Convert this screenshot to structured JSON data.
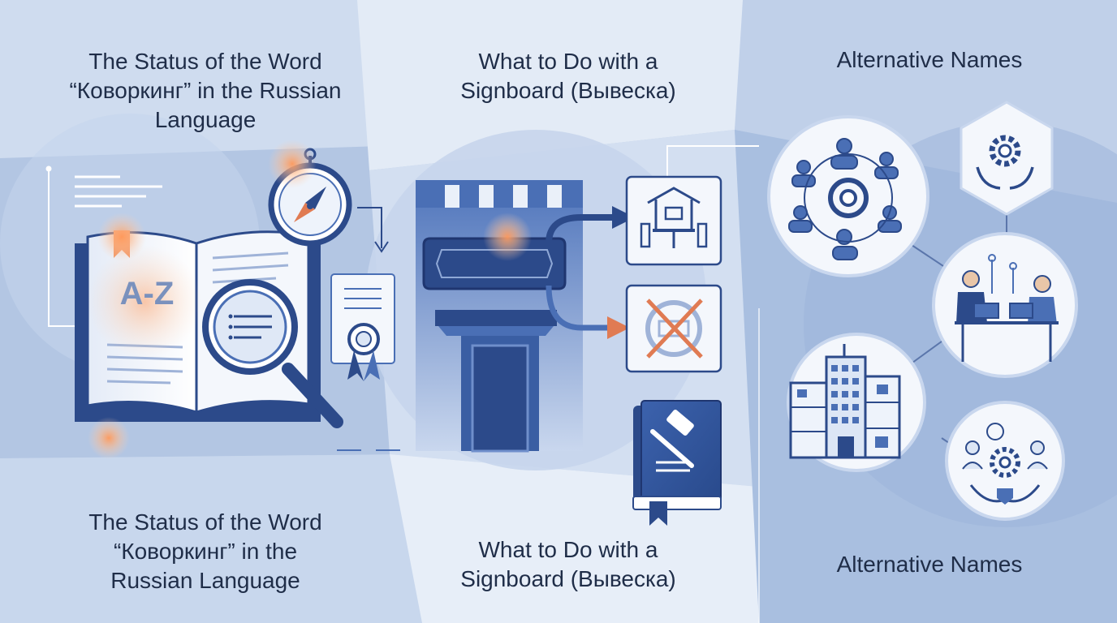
{
  "sections": [
    {
      "id": "status",
      "heading_top": "The Status of the Word\n“Коворкинг” in the Russian\nLanguage",
      "heading_bottom": "The Status of the Word\n“Коворкинг” in the\nRussian Language",
      "book_label": "A-Z"
    },
    {
      "id": "signboard",
      "heading_top": "What to Do with a\nSignboard (Вывеска)",
      "heading_bottom": "What to Do with a\nSignboard (Вывеска)"
    },
    {
      "id": "alternatives",
      "heading_top": "Alternative Names",
      "heading_bottom": "Alternative Names"
    }
  ],
  "icons": [
    "book-icon",
    "magnifier-icon",
    "compass-icon",
    "certificate-icon",
    "building-facade-icon",
    "signboard-icon",
    "cafe-icon",
    "prohibited-sign-icon",
    "law-book-icon",
    "team-circle-icon",
    "care-gear-icon",
    "coworkers-laptop-icon",
    "office-building-icon",
    "people-gear-icon"
  ],
  "colors": {
    "navy": "#2c4a8a",
    "blue": "#4a6fb5",
    "light_blue": "#dce6f5",
    "accent_orange": "#e07b53",
    "background": "#b9cbe6"
  }
}
